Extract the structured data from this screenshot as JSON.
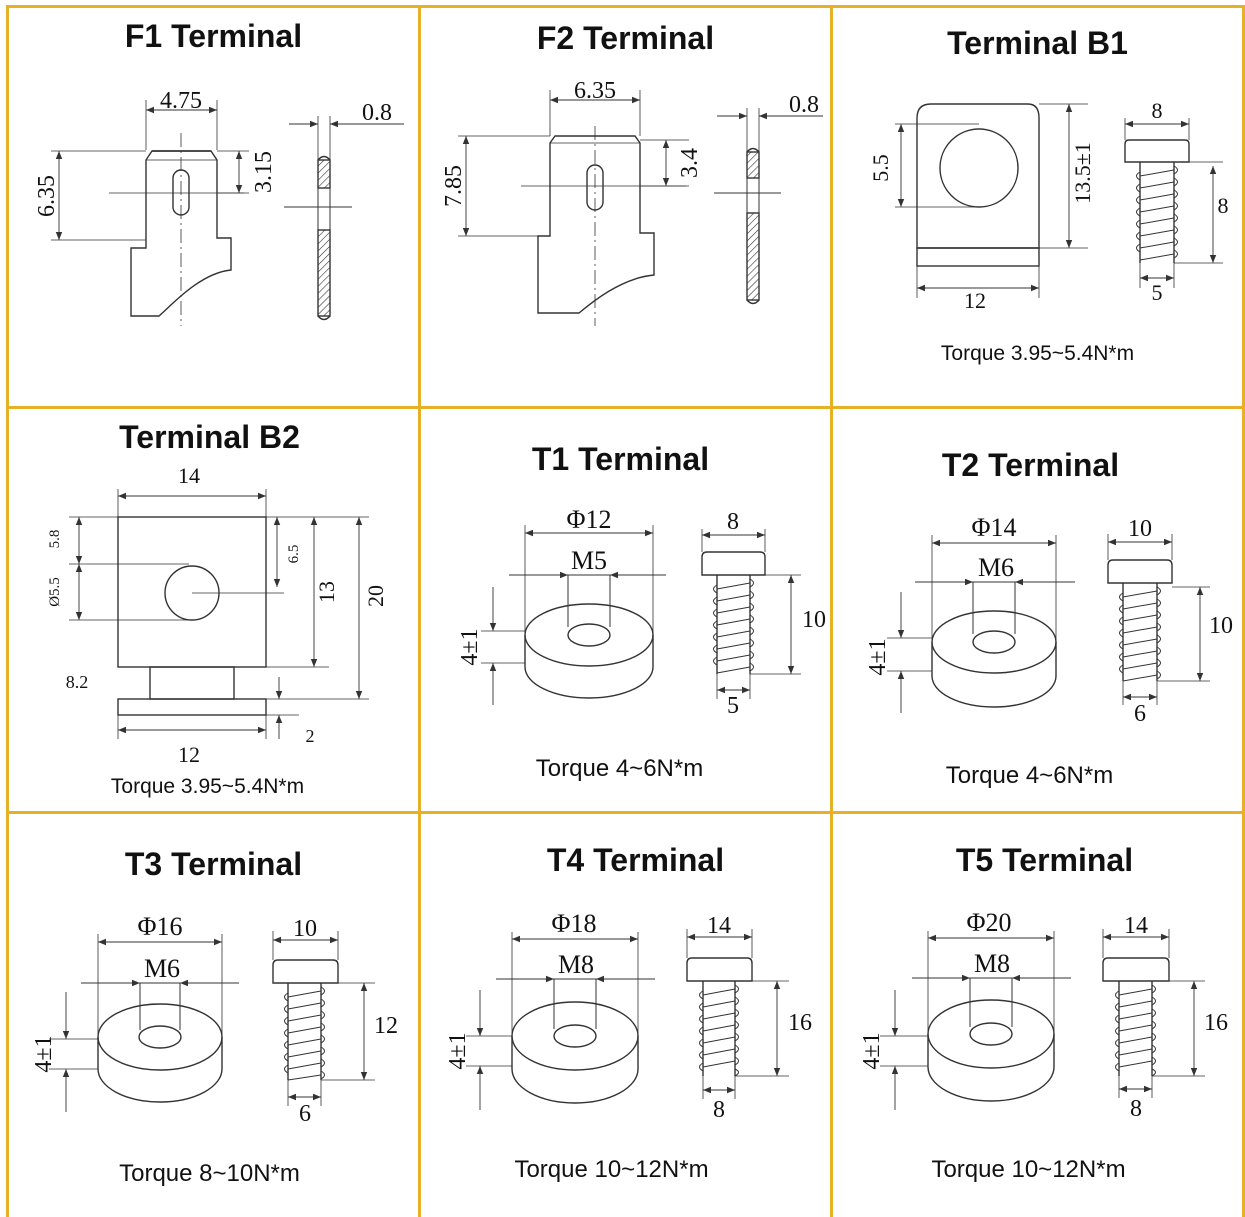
{
  "colors": {
    "border": "#E6B027",
    "ink": "#333333",
    "text": "#111111"
  },
  "f1": {
    "title": "F1 Terminal",
    "d_width": "4.75",
    "d_height": "6.35",
    "d_slot": "3.15",
    "d_thick": "0.8"
  },
  "f2": {
    "title": "F2 Terminal",
    "d_width": "6.35",
    "d_height": "7.85",
    "d_slot": "3.4",
    "d_thick": "0.8"
  },
  "b1": {
    "title": "Terminal B1",
    "d_hole": "5.5",
    "d_height": "13.5±1",
    "d_width": "12",
    "d_head": "8",
    "d_length": "8",
    "d_thread": "5",
    "torque": "Torque 3.95~5.4N*m"
  },
  "b2": {
    "title": "Terminal B2",
    "d_top": "14",
    "d_a": "5.8",
    "d_b": "Ø5.5",
    "d_c": "6.5",
    "d_d": "13",
    "d_e": "20",
    "d_f": "8.2",
    "d_g": "12",
    "d_h": "2",
    "torque": "Torque 3.95~5.4N*m"
  },
  "t1": {
    "title": "T1 Terminal",
    "d_outer": "Φ12",
    "d_inner": "M5",
    "d_h": "4±1",
    "d_head": "8",
    "d_len": "10",
    "d_thread": "5",
    "torque": "Torque 4~6N*m"
  },
  "t2": {
    "title": "T2 Terminal",
    "d_outer": "Φ14",
    "d_inner": "M6",
    "d_h": "4±1",
    "d_head": "10",
    "d_len": "10",
    "d_thread": "6",
    "torque": "Torque 4~6N*m"
  },
  "t3": {
    "title": "T3 Terminal",
    "d_outer": "Φ16",
    "d_inner": "M6",
    "d_h": "4±1",
    "d_head": "10",
    "d_len": "12",
    "d_thread": "6",
    "torque": "Torque 8~10N*m"
  },
  "t4": {
    "title": "T4 Terminal",
    "d_outer": "Φ18",
    "d_inner": "M8",
    "d_h": "4±1",
    "d_head": "14",
    "d_len": "16",
    "d_thread": "8",
    "torque": "Torque 10~12N*m"
  },
  "t5": {
    "title": "T5 Terminal",
    "d_outer": "Φ20",
    "d_inner": "M8",
    "d_h": "4±1",
    "d_head": "14",
    "d_len": "16",
    "d_thread": "8",
    "torque": "Torque 10~12N*m"
  }
}
